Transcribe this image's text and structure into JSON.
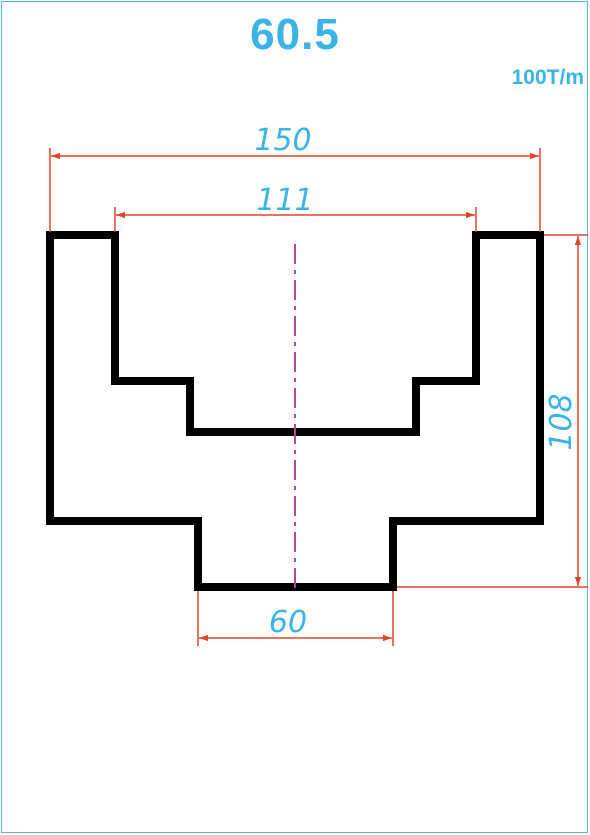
{
  "title": "60.5",
  "rating": "100T/m",
  "dimensions": {
    "overall_width": "150",
    "inner_width": "111",
    "height": "108",
    "tip_width": "60"
  },
  "colors": {
    "profile": "#000000",
    "dimension_line": "#e0452a",
    "dimension_text": "#3ab4e6",
    "centerline": "#b5469b",
    "frame": "#5bb8d8"
  }
}
